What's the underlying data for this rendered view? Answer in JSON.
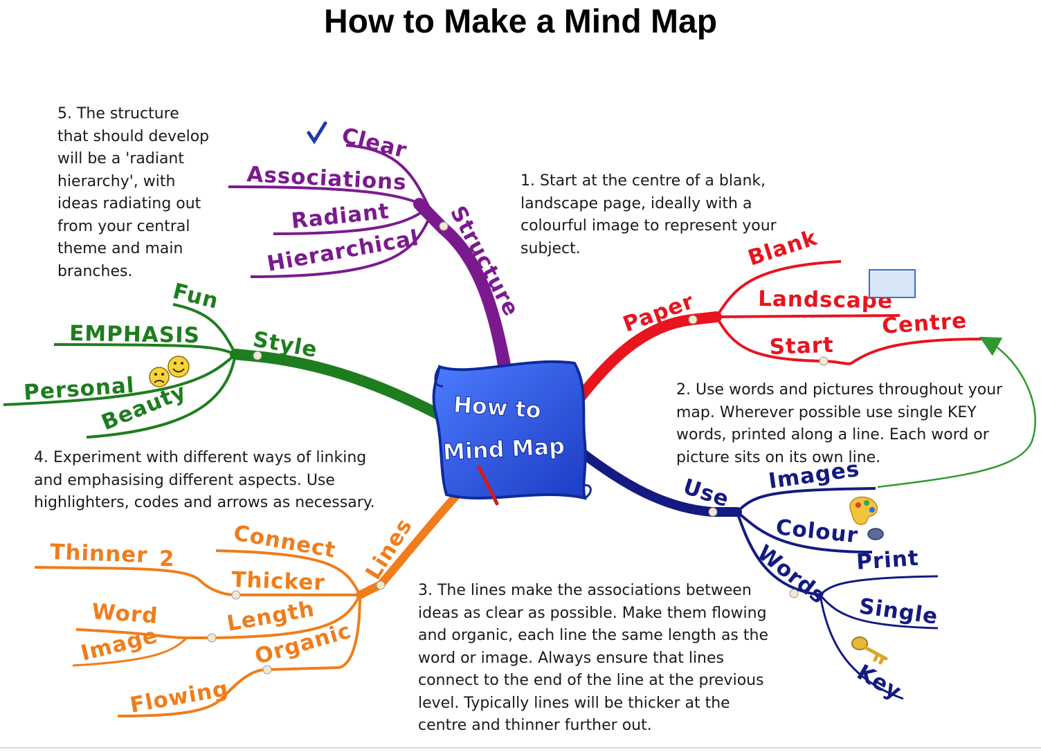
{
  "title": "How to Make a Mind Map",
  "center": {
    "line1": "How to",
    "line2": "Mind Map"
  },
  "notes": {
    "n1": "1. Start at the centre of a blank,\nlandscape page, ideally with a\ncolourful image to represent your\nsubject.",
    "n2": "2. Use words and pictures throughout your\nmap. Wherever possible use single KEY\nwords, printed along a line. Each word or\npicture sits on its own line.",
    "n3": "3. The lines make the associations between\nideas as clear as possible. Make them flowing\nand organic, each line the same length as the\nword or image. Always ensure that lines\nconnect to the end of the line at the previous\nlevel. Typically lines will be thicker at the\ncentre and thinner further out.",
    "n4": "4. Experiment with different ways of linking\nand emphasising different aspects. Use\nhighlighters, codes and arrows as necessary.",
    "n5": "5. The structure\nthat should develop\nwill be a 'radiant\nhierarchy', with\nideas radiating out\nfrom your central\ntheme and main\nbranches."
  },
  "branches": {
    "structure": {
      "label": "Structure",
      "color": "#7b1a8f",
      "children": [
        "Clear",
        "Associations",
        "Radiant",
        "Hierarchical"
      ]
    },
    "paper": {
      "label": "Paper",
      "color": "#e8141e",
      "children": [
        "Blank",
        "Landscape",
        "Start",
        "Centre"
      ]
    },
    "use": {
      "label": "Use",
      "color": "#141a82",
      "children": [
        "Images",
        "Colour",
        "Words",
        "Print",
        "Single",
        "Key"
      ]
    },
    "lines": {
      "label": "Lines",
      "color": "#f07d1a",
      "children": [
        "Connect",
        "Thicker",
        "Thinner",
        "2",
        "Length",
        "Word",
        "Image",
        "Organic",
        "Flowing"
      ]
    },
    "style": {
      "label": "Style",
      "color": "#1e7d1e",
      "children": [
        "Fun",
        "EMPHASIS",
        "Personal",
        "Beauty"
      ]
    }
  },
  "colors": {
    "center_fill": "#2a4fd8",
    "arrow": "#2e9a2e"
  },
  "icons": [
    "checkmark-icon",
    "landscape-page-icon",
    "smiley-faces-icon",
    "palette-icon",
    "key-icon",
    "pencil-icon"
  ]
}
